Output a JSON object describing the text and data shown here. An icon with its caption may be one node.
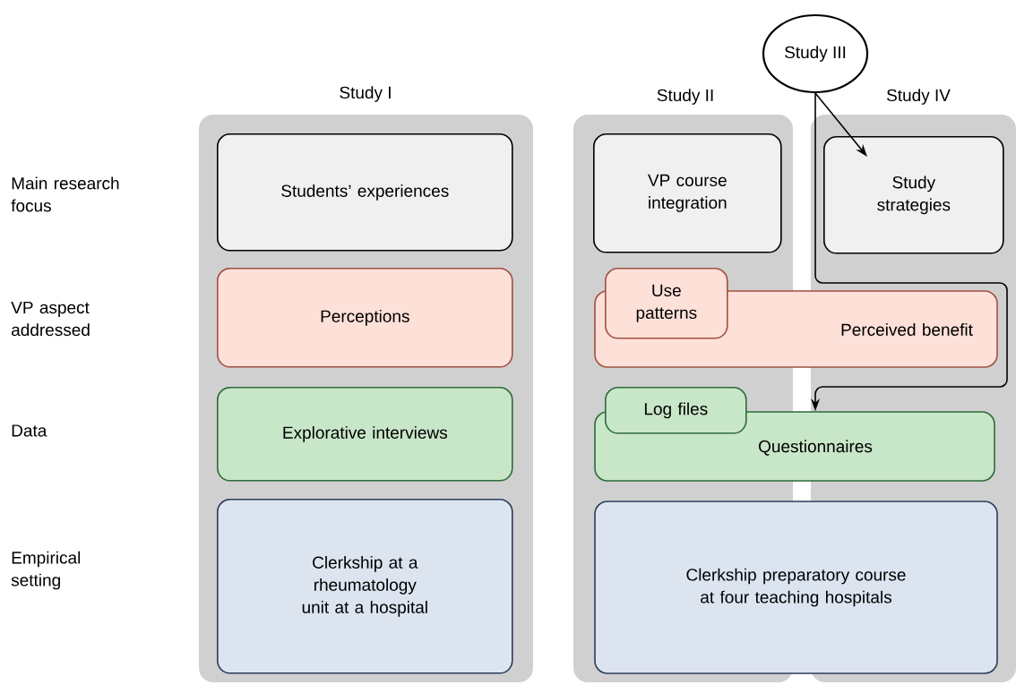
{
  "diagram": {
    "nodes": [
      {
        "text": [
          "Study I"
        ]
      },
      {
        "text": [
          "Study II"
        ]
      },
      {
        "text": [
          "Study IV"
        ]
      },
      {
        "text": [
          "Study III"
        ]
      },
      {
        "text": [
          "Students’ experiences"
        ],
        "in": 0
      },
      {
        "text": [
          "VP course integration"
        ],
        "in": 1
      },
      {
        "text": [
          "Study strategies"
        ],
        "in": 2
      },
      {
        "text": [
          "Perceptions"
        ],
        "in": 0
      },
      {
        "text": [
          "Perceived benefit"
        ]
      },
      {
        "text": [
          "Use patterns"
        ],
        "in": 1
      },
      {
        "text": [
          "Explorative interviews"
        ],
        "in": 0
      },
      {
        "text": [
          "Questionnaires"
        ]
      },
      {
        "text": [
          "Log files"
        ],
        "in": 1
      },
      {
        "text": [
          "Clerkship at a rheumatology unit at a hospital"
        ],
        "in": 0
      },
      {
        "text": [
          "Clerkship preparatory course at four teaching hospitals"
        ]
      }
    ],
    "edges": [
      {
        "from": 3,
        "to": 6,
        "arrow": "to"
      },
      {
        "from": 3,
        "to": 11,
        "arrow": "to"
      }
    ],
    "labels": [
      "Main research focus",
      "VP aspect addressed",
      "Data",
      "Empirical setting"
    ]
  }
}
